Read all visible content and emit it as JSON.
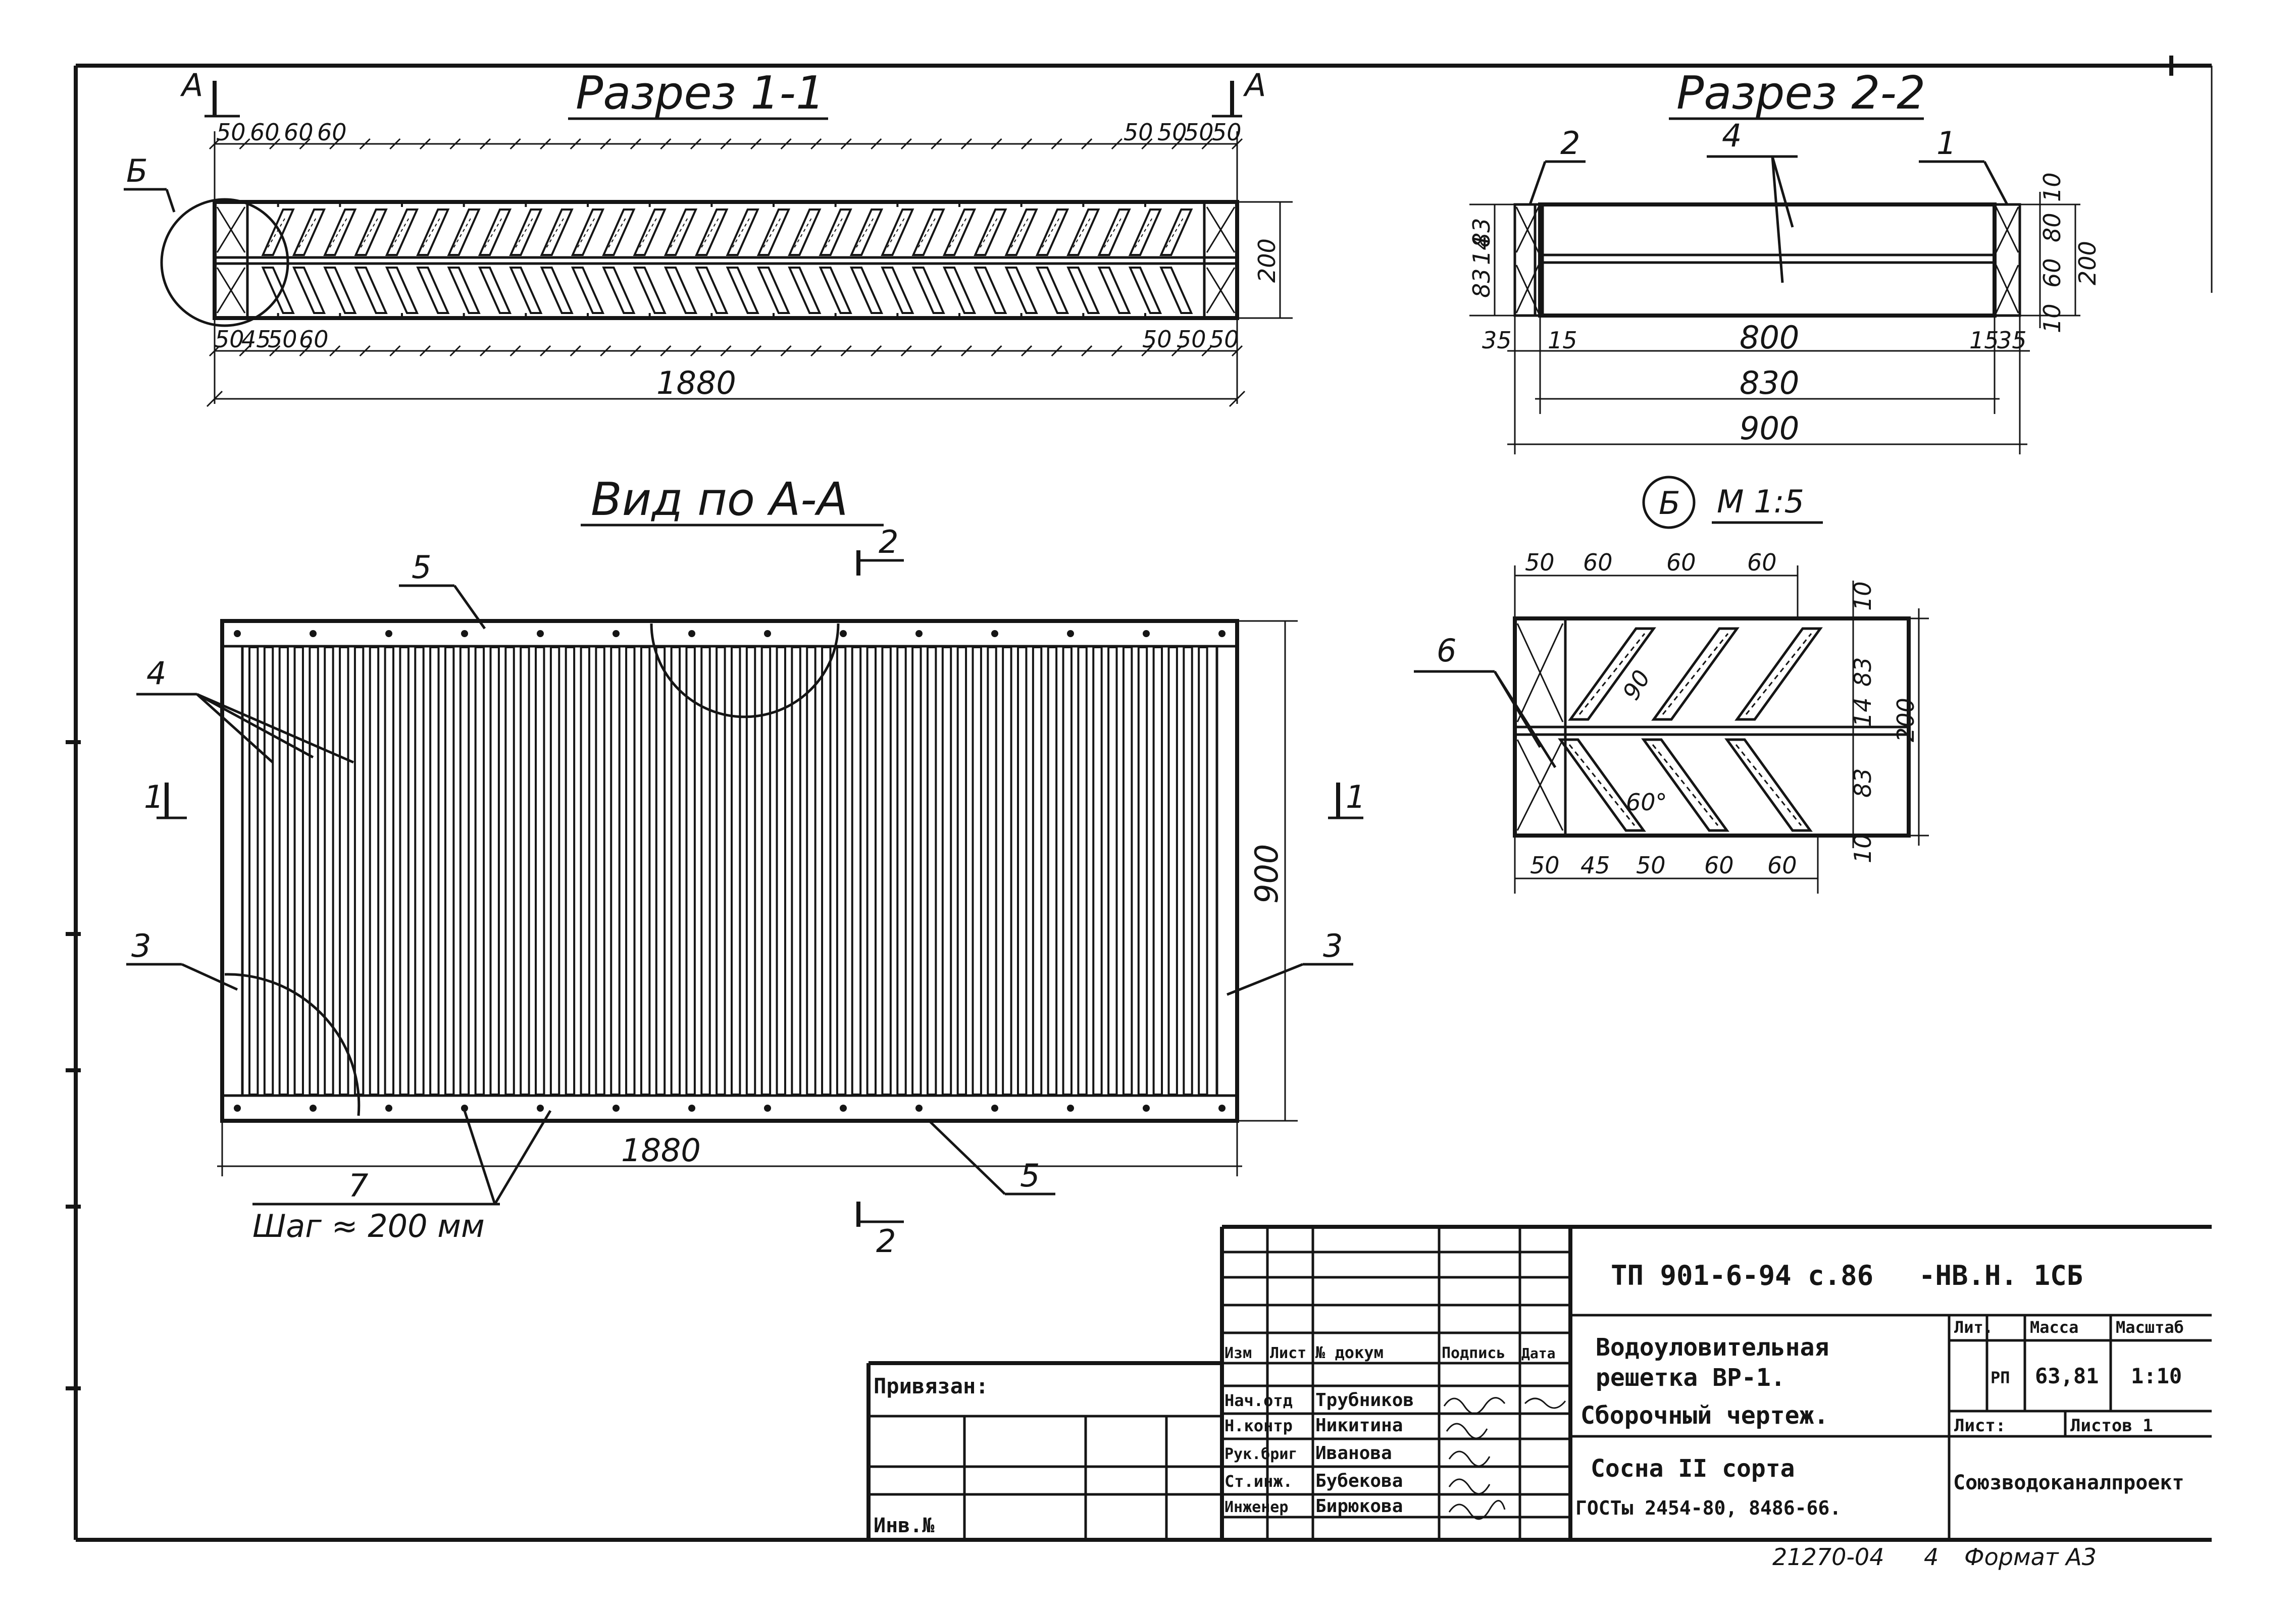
{
  "sections": {
    "section_1_1": {
      "title": "Разрез 1-1",
      "cut_mark": "А",
      "callout": "Б",
      "top_dims_left": [
        "50",
        "60",
        "60",
        "60"
      ],
      "top_dims_right": [
        "50",
        "50",
        "50",
        "50"
      ],
      "bottom_dims_left": [
        "50",
        "45",
        "50",
        "60"
      ],
      "bottom_dims_right": [
        "50",
        "50",
        "50"
      ],
      "height_dim": "200",
      "length_dim": "1880"
    },
    "section_2_2": {
      "title": "Разрез 2-2",
      "pos_2": "2",
      "pos_4": "4",
      "pos_1": "1",
      "right_dims": [
        "10",
        "80",
        "60",
        "10"
      ],
      "left_dims": [
        "83",
        "14",
        "83"
      ],
      "height_dim": "200",
      "dims_row": [
        "35",
        "15",
        "800",
        "15",
        "35"
      ],
      "dim_830": "830",
      "dim_900": "900"
    },
    "view_a_a": {
      "title": "Вид по А-А",
      "cut_2": "2",
      "cut_1": "1",
      "pos_5": "5",
      "pos_4": "4",
      "pos_3": "3",
      "pos_7": "7",
      "height_dim": "900",
      "length_dim": "1880",
      "step_note": "Шаг ≈ 200 мм"
    },
    "detail_b": {
      "title": "Б",
      "scale": "М 1:5",
      "pos_6": "6",
      "top_dims": [
        "50",
        "60",
        "60",
        "60"
      ],
      "bottom_dims": [
        "50",
        "45",
        "50",
        "60",
        "60"
      ],
      "right_dims": [
        "10",
        "83",
        "14",
        "83",
        "10"
      ],
      "height_dim": "200",
      "angle": "60°",
      "size_label": "90"
    }
  },
  "title_block": {
    "doc_code": "ТП 901-6-94 с.86",
    "sheet_code": "-НВ.Н. 1СБ",
    "col_headers": [
      "Изм",
      "Лист",
      "№ докум",
      "Подпись",
      "Дата"
    ],
    "roles": [
      "Нач.отд",
      "Н.контр",
      "Рук.бриг",
      "Ст.инж.",
      "Инженер"
    ],
    "names": [
      "Трубников",
      "Никитина",
      "Иванова",
      "Бубекова",
      "Бирюкова"
    ],
    "title_lines": [
      "Водоуловительная",
      "решетка ВР-1.",
      "Сборочный чертеж."
    ],
    "material_lines": [
      "Сосна II сорта",
      "ГОСТы 2454-80, 8486-66."
    ],
    "lit_header": "Лит.",
    "mass_header": "Масса",
    "scale_header": "Масштаб",
    "lit_value": "РП",
    "mass_value": "63,81",
    "scale_value": "1:10",
    "sheet_label": "Лист:",
    "sheets_label": "Листов 1",
    "organization": "Союзводоканалпроект",
    "privyazan": "Привязан:",
    "inv_label": "Инв.№",
    "archive_number": "21270-04",
    "sheet_number": "4",
    "format": "Формат А3"
  }
}
